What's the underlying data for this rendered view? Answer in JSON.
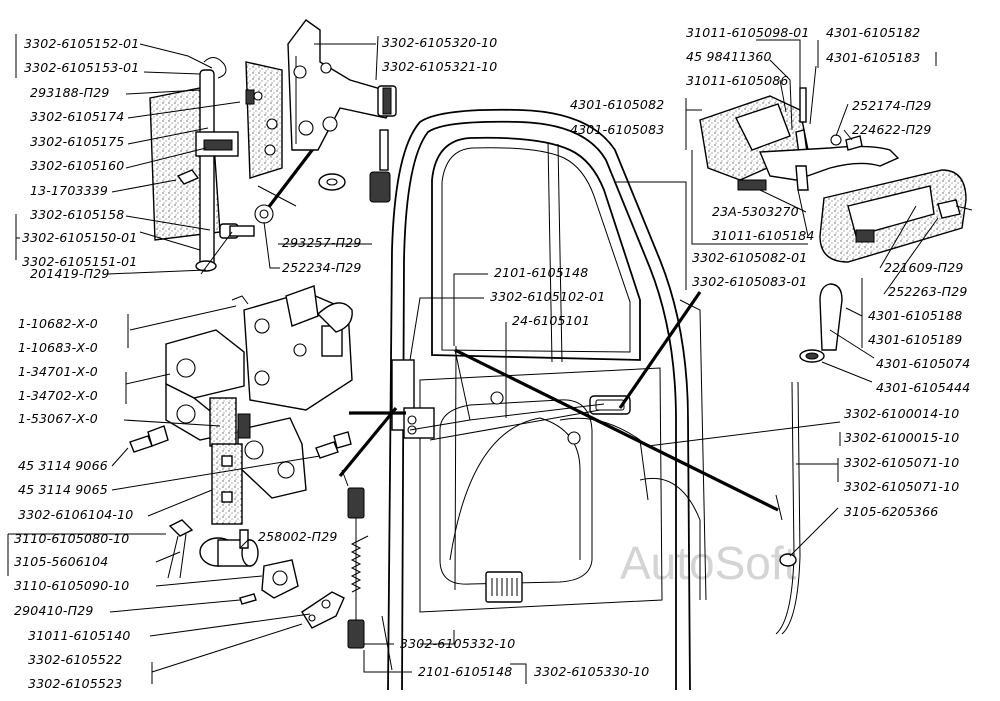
{
  "watermark": "AutoSoft",
  "labels": [
    "3302-6105152-01",
    "3302-6105153-01",
    "293188-П29",
    "3302-6105174",
    "3302-6105175",
    "3302-6105160",
    "13-1703339",
    "3302-6105158",
    "3302-6105150-01",
    "3302-6105151-01",
    "201419-П29",
    "3302-6105320-10",
    "3302-6105321-10",
    "293257-П29",
    "252234-П29",
    "1-10682-Х-0",
    "1-10683-Х-0",
    "1-34701-Х-0",
    "1-34702-Х-0",
    "1-53067-Х-0",
    "45 3114 9066",
    "45 3114 9065",
    "3302-6106104-10",
    "258002-П29",
    "3110-6105080-10",
    "3105-5606104",
    "3110-6105090-10",
    "290410-П29",
    "31011-6105140",
    "3302-6105522",
    "3302-6105523",
    "3302-6105332-10",
    "2101-6105148",
    "3302-6105330-10",
    "2101-6105148",
    "3302-6105102-01",
    "24-6105101",
    "31011-6105098-01",
    "45 98411360",
    "31011-6105086",
    "4301-6105182",
    "4301-6105183",
    "4301-6105082",
    "4301-6105083",
    "252174-П29",
    "224622-П29",
    "23А-5303270",
    "31011-6105184",
    "3302-6105082-01",
    "3302-6105083-01",
    "221609-П29",
    "252263-П29",
    "4301-6105188",
    "4301-6105189",
    "4301-6105074",
    "4301-6105444",
    "3302-6100014-10",
    "3302-6100015-10",
    "3302-6105071-10",
    "3302-6105071-10",
    "3105-6205366"
  ]
}
